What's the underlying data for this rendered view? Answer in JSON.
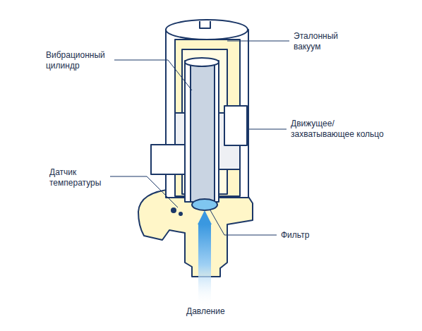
{
  "diagram": {
    "labels": [
      "Вибрационный цилиндр",
      "Эталонный вакуум",
      "Движущее/ захватывающее кольцо",
      "Датчик температуры",
      "Фильтр",
      "Давление"
    ]
  }
}
